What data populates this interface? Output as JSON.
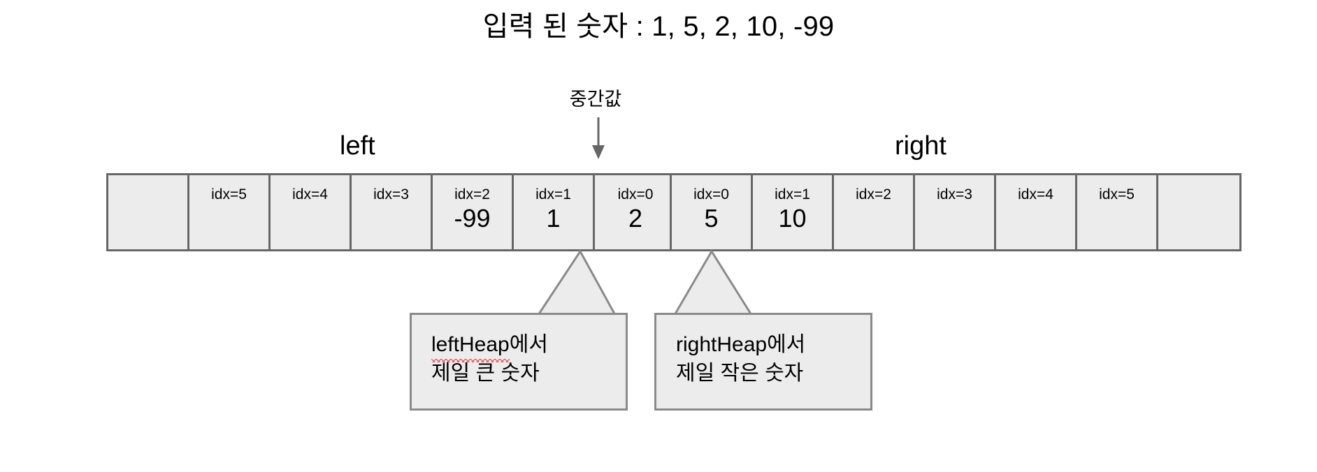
{
  "title": "입력 된 숫자 : 1, 5, 2, 10, -99",
  "median_label": "중간값",
  "left": {
    "header": "left",
    "cells": [
      {
        "idx": "",
        "value": ""
      },
      {
        "idx": "idx=5",
        "value": ""
      },
      {
        "idx": "idx=4",
        "value": ""
      },
      {
        "idx": "idx=3",
        "value": ""
      },
      {
        "idx": "idx=2",
        "value": "-99"
      },
      {
        "idx": "idx=1",
        "value": "1"
      },
      {
        "idx": "idx=0",
        "value": "2"
      }
    ],
    "callout": {
      "line1_underlined": "leftHeap",
      "line1_rest": "에서",
      "line2": "제일 큰 숫자"
    }
  },
  "right": {
    "header": "right",
    "cells": [
      {
        "idx": "idx=0",
        "value": "5"
      },
      {
        "idx": "idx=1",
        "value": "10"
      },
      {
        "idx": "idx=2",
        "value": ""
      },
      {
        "idx": "idx=3",
        "value": ""
      },
      {
        "idx": "idx=4",
        "value": ""
      },
      {
        "idx": "idx=5",
        "value": ""
      },
      {
        "idx": "",
        "value": ""
      }
    ],
    "callout": {
      "line1_underlined": "rightHeap",
      "line1_rest": "에서",
      "line2": "제일 작은 숫자"
    }
  },
  "colors": {
    "cell_fill": "#ececec",
    "cell_border": "#666666",
    "callout_border": "#8a8a8a",
    "arrow": "#666666",
    "spellcheck_underline": "#e33b3b",
    "text": "#000000",
    "background": "#ffffff"
  }
}
